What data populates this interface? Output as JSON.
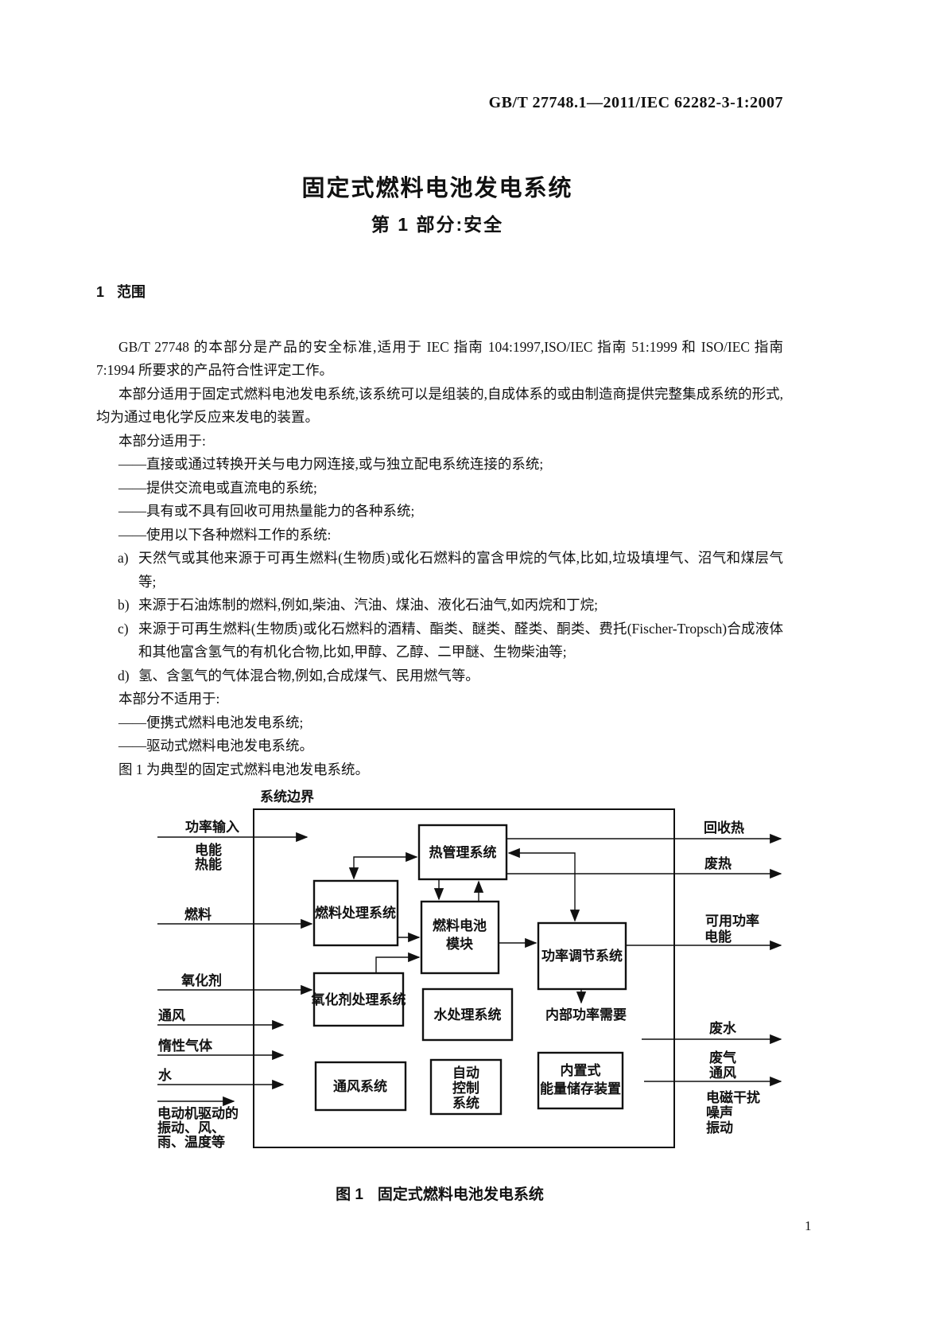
{
  "page": {
    "number": "1"
  },
  "header": {
    "standard_code": "GB/T 27748.1—2011/IEC 62282-3-1:2007"
  },
  "title": {
    "line1": "固定式燃料电池发电系统",
    "line2": "第 1 部分:安全"
  },
  "scope": {
    "number": "1",
    "title": "范围",
    "p1": "GB/T 27748 的本部分是产品的安全标准,适用于 IEC 指南 104:1997,ISO/IEC 指南 51:1999 和 ISO/IEC 指南 7:1994 所要求的产品符合性评定工作。",
    "p2": "本部分适用于固定式燃料电池发电系统,该系统可以是组装的,自成体系的或由制造商提供完整集成系统的形式,均为通过电化学反应来发电的装置。",
    "p3": "本部分适用于:",
    "dash_items": [
      "——直接或通过转换开关与电力网连接,或与独立配电系统连接的系统;",
      "——提供交流电或直流电的系统;",
      "——具有或不具有回收可用热量能力的各种系统;",
      "——使用以下各种燃料工作的系统:"
    ],
    "lettered_items": [
      {
        "label": "a)",
        "text": "天然气或其他来源于可再生燃料(生物质)或化石燃料的富含甲烷的气体,比如,垃圾填埋气、沼气和煤层气等;"
      },
      {
        "label": "b)",
        "text": "来源于石油炼制的燃料,例如,柴油、汽油、煤油、液化石油气,如丙烷和丁烷;"
      },
      {
        "label": "c)",
        "text": "来源于可再生燃料(生物质)或化石燃料的酒精、酯类、醚类、醛类、酮类、费托(Fischer-Tropsch)合成液体和其他富含氢气的有机化合物,比如,甲醇、乙醇、二甲醚、生物柴油等;"
      },
      {
        "label": "d)",
        "text": "氢、含氢气的气体混合物,例如,合成煤气、民用燃气等。"
      }
    ],
    "p4": "本部分不适用于:",
    "excluded_items": [
      "——便携式燃料电池发电系统;",
      "——驱动式燃料电池发电系统。"
    ],
    "p5": "图 1 为典型的固定式燃料电池发电系统。"
  },
  "figure": {
    "caption_label": "图 1",
    "caption_text": "固定式燃料电池发电系统",
    "boundary_label": "系统边界",
    "boxes": {
      "thermal_mgmt": "热管理系统",
      "fuel_processing": "燃料处理系统",
      "fuel_cell_module_l1": "燃料电池",
      "fuel_cell_module_l2": "模块",
      "power_conditioning": "功率调节系统",
      "oxidant_processing": "氧化剂处理系统",
      "water_treatment": "水处理系统",
      "ventilation_system": "通风系统",
      "auto_control_l1": "自动",
      "auto_control_l2": "控制",
      "auto_control_l3": "系统",
      "energy_storage_l1": "内置式",
      "energy_storage_l2": "能量储存装置"
    },
    "inputs": {
      "power_input": "功率输入",
      "power_input_sub1": "电能",
      "power_input_sub2": "热能",
      "fuel": "燃料",
      "oxidant": "氧化剂",
      "ventilation": "通风",
      "inert_gas": "惰性气体",
      "water": "水",
      "env_l1": "电动机驱动的",
      "env_l2": "振动、风、",
      "env_l3": "雨、温度等"
    },
    "outputs": {
      "recovered_heat": "回收热",
      "waste_heat": "废热",
      "available_power_l1": "可用功率",
      "available_power_l2": "电能",
      "waste_water": "废水",
      "waste_gas_l1": "废气",
      "waste_gas_l2": "通风",
      "emi_l1": "电磁干扰",
      "emi_l2": "噪声",
      "emi_l3": "振动"
    },
    "internal_power_label": "内部功率需要"
  }
}
